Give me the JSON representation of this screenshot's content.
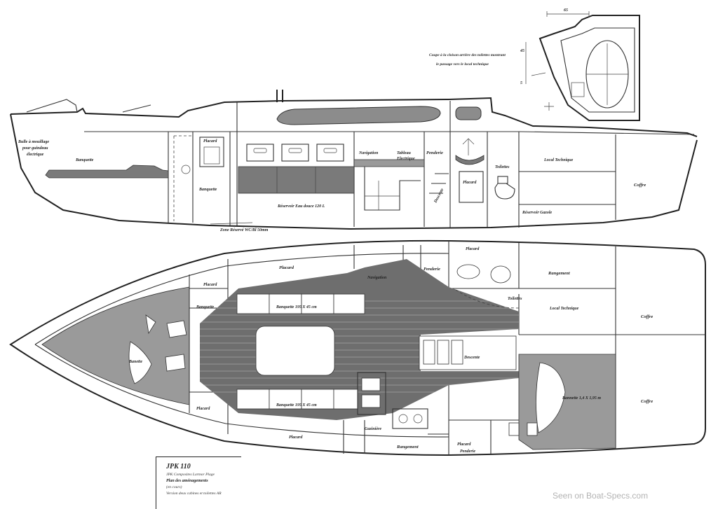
{
  "profile": {
    "berth_pour_equipiers": [
      "Bulle à mouillage",
      "pour guindeau",
      "électrique"
    ],
    "banquette_fore": "Banquette",
    "placard": "Placard",
    "banquette": "Banquette",
    "navigation": "Navigation",
    "tableau_electrique": [
      "Tableau",
      "Electrique"
    ],
    "penderie": "Penderie",
    "placard_wc": "Placard",
    "toilettes": "Toilettes",
    "local_technique": "Local Technique",
    "coffre": "Coffre",
    "reservoir_eau": "Réservoir Eau douce  120 L",
    "reservoir_gazole": "Réservoir Gazole",
    "descente": "Descente",
    "rail": "Zone Réservé WC/Bl 50mm",
    "coupe_note_1": "Coupe à la cloison arrière des toilettes montrant",
    "coupe_note_2": "le passage vers le local technique",
    "dim_top": "65",
    "dim_side_1": "45",
    "dim_side_2": "5"
  },
  "plan": {
    "placard_fwd_top": "Placard",
    "placard_top": "Placard",
    "banquette_fwd": "Banquette",
    "banquette_top": "Banquette  195 X 45 cm",
    "banquette_bottom": "Banquette  195 X 45 cm",
    "placard_bottom": "Placard",
    "placard_fwd_bottom": "Placard",
    "banette_fwd": "Banette",
    "navigation": "Navigation",
    "penderie": "Penderie",
    "placard_wc": "Placard",
    "toilettes": "Toilettes",
    "rangement_top": "Rangement",
    "local_technique": "Local Technique",
    "coffre_top": "Coffre",
    "coffre_bottom": "Coffre",
    "descente": "Descente",
    "cuisine_label": "Gazinière",
    "rangement_bottom": "Rangement",
    "placard_penderie": [
      "Placard",
      "Penderie"
    ],
    "bannette_aft": "Bannette  1,4 X 1,95 m"
  },
  "title_block": {
    "title": "JPK 110",
    "line1": "JPK Composites  Larmor Plage",
    "line2": "Plan des aménagements",
    "line3": "(en cours)",
    "line4": "Version deux cabines et toilettes AR"
  },
  "watermark": "Seen on Boat-Specs.com"
}
